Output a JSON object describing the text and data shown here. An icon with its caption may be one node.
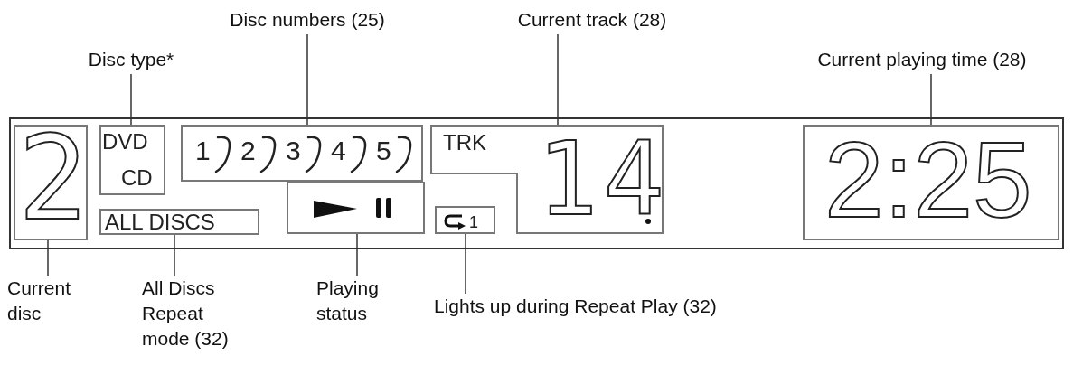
{
  "diagram": {
    "nodes": [
      {
        "text": [],
        "shape": "box"
      },
      {
        "text": [
          "2"
        ],
        "in": 0
      },
      {
        "text": [
          "DVD",
          "CD"
        ],
        "in": 0
      },
      {
        "text": [
          "ALL DISCS"
        ],
        "in": 0
      },
      {
        "text": [
          "1",
          "2",
          "3",
          "4",
          "5"
        ],
        "in": 0
      },
      {
        "text": [],
        "shape": "box",
        "in": 0
      },
      {
        "text": [
          "TRK",
          "14"
        ],
        "in": 0
      },
      {
        "text": [
          "1"
        ],
        "in": 0
      },
      {
        "text": [
          "2:25"
        ],
        "in": 0
      },
      {
        "text": [
          "Disc type*"
        ]
      },
      {
        "text": [
          "Disc numbers (25)"
        ]
      },
      {
        "text": [
          "Current track (28)"
        ]
      },
      {
        "text": [
          "Current playing time (28)"
        ]
      },
      {
        "text": [
          "Current disc"
        ]
      },
      {
        "text": [
          "All Discs Repeat mode (32)"
        ]
      },
      {
        "text": [
          "Playing status"
        ]
      },
      {
        "text": [
          "Lights up during Repeat Play (32)"
        ]
      }
    ],
    "edges": [
      {
        "from": 9,
        "to": 2,
        "arrow": "none"
      },
      {
        "from": 10,
        "to": 4,
        "arrow": "none"
      },
      {
        "from": 11,
        "to": 6,
        "arrow": "none"
      },
      {
        "from": 12,
        "to": 8,
        "arrow": "none"
      },
      {
        "from": 13,
        "to": 1,
        "arrow": "none"
      },
      {
        "from": 14,
        "to": 3,
        "arrow": "none"
      },
      {
        "from": 15,
        "to": 5,
        "arrow": "none"
      },
      {
        "from": 16,
        "to": 7,
        "arrow": "none"
      }
    ]
  }
}
